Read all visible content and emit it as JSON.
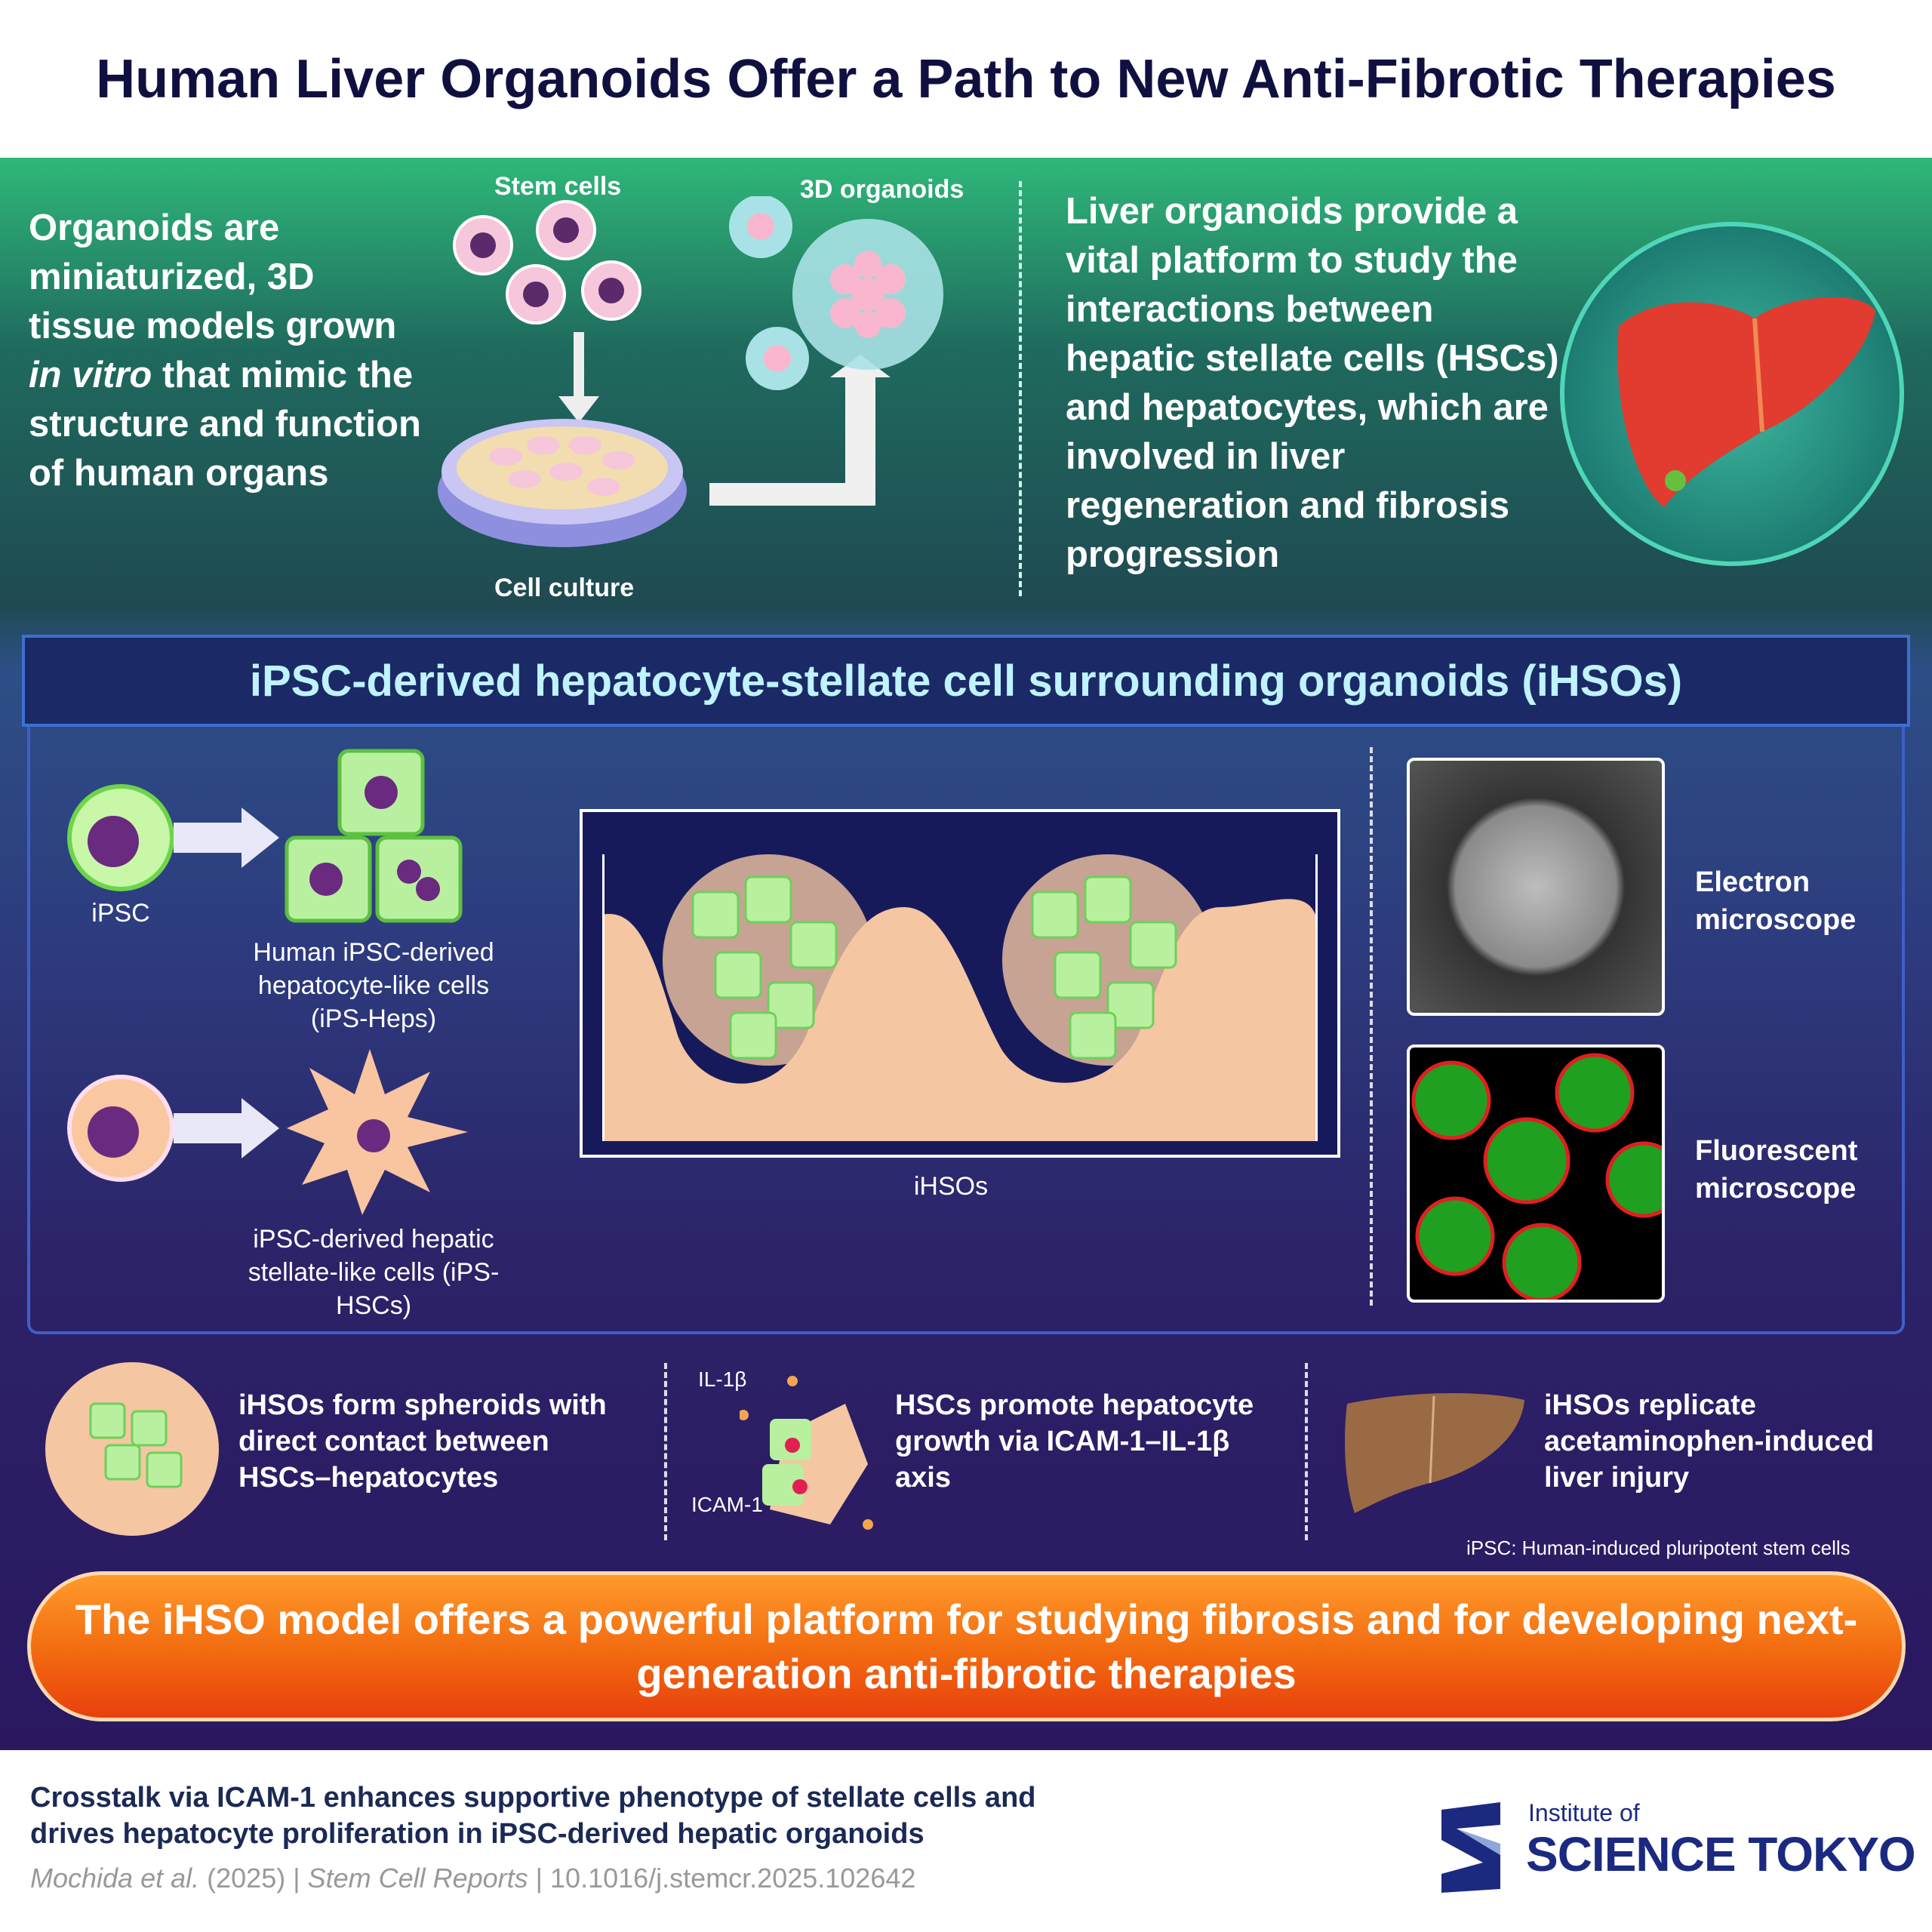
{
  "title": "Human Liver Organoids Offer a Path to New Anti-Fibrotic Therapies",
  "top": {
    "left_text_pre": "Organoids are miniaturized, 3D tissue models grown ",
    "left_text_italic": "in vitro",
    "left_text_post": " that mimic the structure and function of human organs",
    "stem_cells": "Stem cells",
    "organoids_3d": "3D organoids",
    "cell_culture": "Cell culture",
    "right_text": "Liver organoids provide a vital platform to study the interactions between hepatic stellate cells (HSCs) and hepatocytes, which are involved in liver regeneration and fibrosis progression"
  },
  "banner": "iPSC-derived hepatocyte-stellate cell surrounding organoids (iHSOs)",
  "middle": {
    "ipsc": "iPSC",
    "heps": "Human iPSC-derived hepatocyte-like cells (iPS-Heps)",
    "hscs": "iPSC-derived hepatic stellate-like cells (iPS-HSCs)",
    "ihsos": "iHSOs",
    "electron": "Electron microscope",
    "fluorescent": "Fluorescent microscope"
  },
  "bottom": {
    "item1": "iHSOs form spheroids with direct contact between HSCs–hepatocytes",
    "il1b": "IL-1β",
    "icam1": "ICAM-1",
    "item2": "HSCs promote hepatocyte growth via ICAM-1–IL-1β axis",
    "item3": "iHSOs replicate acetaminophen-induced liver injury",
    "footnote": "iPSC: Human-induced pluripotent stem cells"
  },
  "conclusion": "The iHSO model offers a powerful platform for studying fibrosis and for developing next-generation anti-fibrotic therapies",
  "footer": {
    "paper_title": "Crosstalk via ICAM-1 enhances supportive phenotype of stellate cells and drives hepatocyte proliferation in iPSC-derived hepatic organoids",
    "authors": "Mochida et al.",
    "year": "(2025)",
    "journal": "Stem Cell Reports",
    "doi": "10.1016/j.stemcr.2025.102642",
    "logo_small": "Institute of",
    "logo_big": "SCIENCE TOKYO"
  },
  "colors": {
    "title": "#101040",
    "banner_text": "#bff3ff",
    "conclusion": "#f26a10",
    "logo": "#1b2a80"
  }
}
